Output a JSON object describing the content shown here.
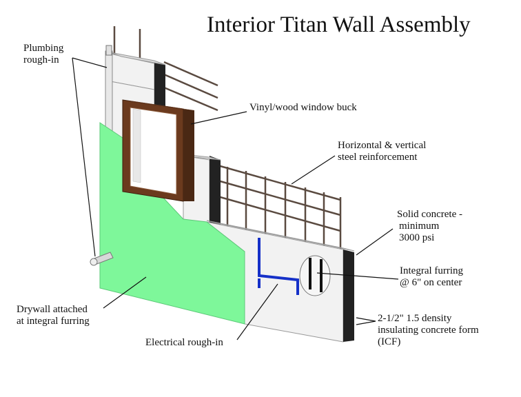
{
  "title": "Interior Titan Wall Assembly",
  "labels": {
    "plumbing": [
      "Plumbing",
      "rough-in"
    ],
    "window_buck": [
      "Vinyl/wood window buck"
    ],
    "reinforcement": [
      "Horizontal & vertical",
      "steel reinforcement"
    ],
    "concrete": [
      "Solid concrete -",
      "minimum",
      "3000 psi"
    ],
    "furring": [
      "Integral furring",
      "@ 6\" on center"
    ],
    "drywall": [
      "Drywall attached",
      "at integral furring"
    ],
    "electrical": [
      "Electrical rough-in"
    ],
    "icf": [
      "2-1/2\"  1.5 density",
      "insulating concrete form",
      "(ICF)"
    ]
  },
  "colors": {
    "drywall": "#7ef79a",
    "foam": "#f2f2f2",
    "concrete_core": "#222222",
    "buck": "#6b3a1e",
    "rebar": "#5a4a40",
    "conduit": "#1530c8"
  }
}
